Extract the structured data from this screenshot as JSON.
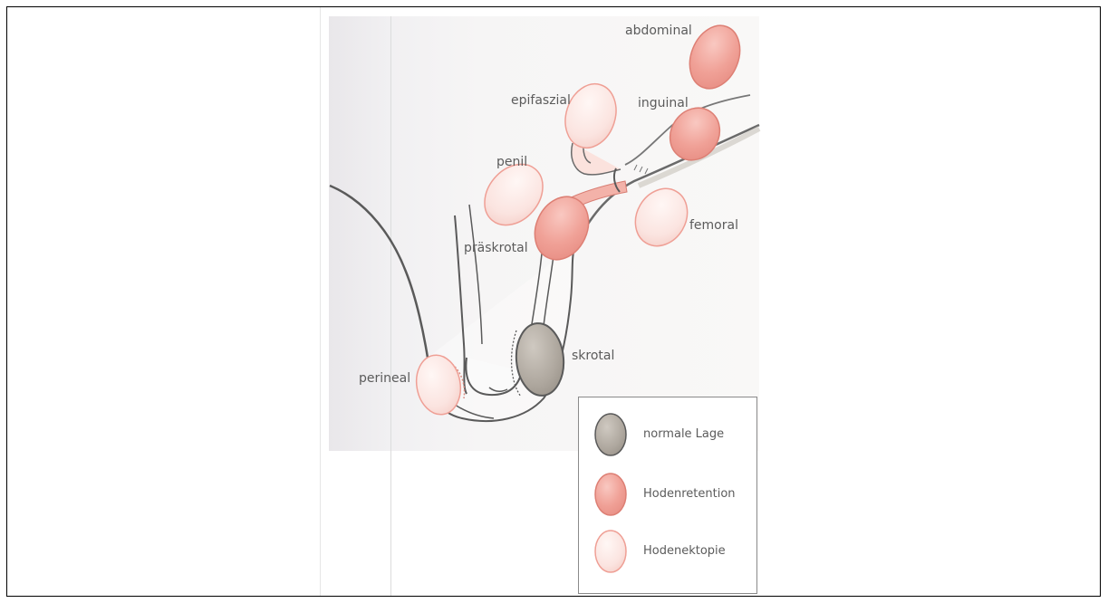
{
  "labels": {
    "abdominal": "abdominal",
    "epifaszial": "epifaszial",
    "inguinal": "inguinal",
    "penil": "penil",
    "femoral": "femoral",
    "praeskrotal": "präskrotal",
    "skrotal": "skrotal",
    "perineal": "perineal"
  },
  "legend": {
    "normal": "normale Lage",
    "retention": "Hodenretention",
    "ektopie": "Hodenektopie"
  },
  "colors": {
    "normal": "#b2aba2",
    "retention": "#f0a39a",
    "ektopie": "#fbe2dd",
    "outline": "#5a5a5a"
  }
}
